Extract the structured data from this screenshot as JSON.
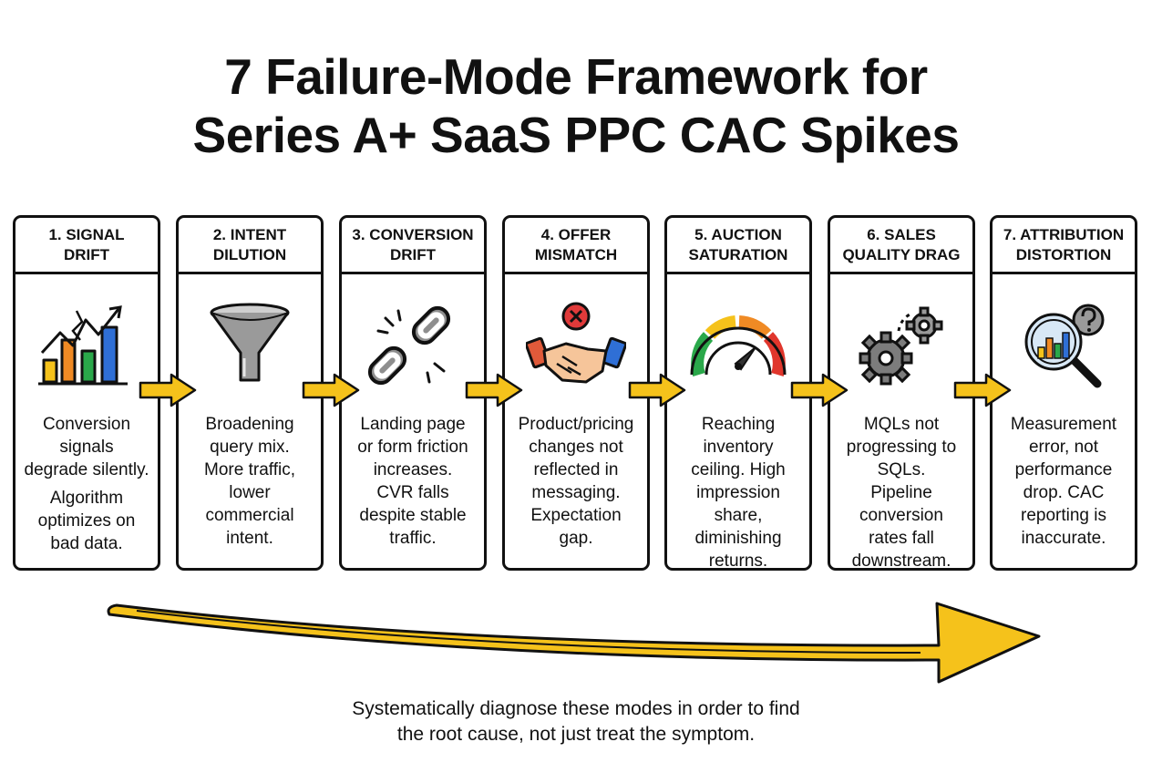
{
  "title": {
    "line1": "7 Failure-Mode Framework for",
    "line2": "Series A+ SaaS PPC CAC Spikes"
  },
  "steps": [
    {
      "heading_line1": "1. SIGNAL",
      "heading_line2": "DRIFT",
      "icon": "bar-chart-broken-icon",
      "body": [
        "Conversion",
        "signals",
        "degrade silently.",
        "Algorithm",
        "optimizes on",
        "bad data."
      ]
    },
    {
      "heading_line1": "2. INTENT",
      "heading_line2": "DILUTION",
      "icon": "funnel-icon",
      "body": [
        "Broadening",
        "query mix.",
        "More traffic,",
        "lower",
        "commercial",
        "intent."
      ]
    },
    {
      "heading_line1": "3. CONVERSION",
      "heading_line2": "DRIFT",
      "icon": "broken-chain-icon",
      "body": [
        "Landing page",
        "or form friction",
        "increases.",
        "CVR falls",
        "despite stable",
        "traffic."
      ]
    },
    {
      "heading_line1": "4. OFFER",
      "heading_line2": "MISMATCH",
      "icon": "handshake-x-icon",
      "body": [
        "Product/pricing",
        "changes not",
        "reflected in",
        "messaging.",
        "Expectation",
        "gap."
      ]
    },
    {
      "heading_line1": "5. AUCTION",
      "heading_line2": "SATURATION",
      "icon": "gauge-icon",
      "body": [
        "Reaching",
        "inventory",
        "ceiling. High",
        "impression",
        "share,",
        "diminishing",
        "returns."
      ]
    },
    {
      "heading_line1": "6. SALES",
      "heading_line2": "QUALITY DRAG",
      "icon": "gears-icon",
      "body": [
        "MQLs not",
        "progressing to",
        "SQLs.",
        "Pipeline",
        "conversion",
        "rates fall",
        "downstream."
      ]
    },
    {
      "heading_line1": "7. ATTRIBUTION",
      "heading_line2": "DISTORTION",
      "icon": "magnifier-question-icon",
      "body": [
        "Measurement",
        "error, not",
        "performance",
        "drop. CAC",
        "reporting is",
        "inaccurate."
      ]
    }
  ],
  "footer": {
    "line1": "Systematically diagnose these modes in order to find",
    "line2": "the root cause, not just treat the symptom."
  },
  "colors": {
    "accent_yellow": "#f5c21b",
    "outline": "#111111",
    "bar_blue": "#2f6fd6",
    "bar_orange": "#f08a24",
    "bar_green": "#2aa84a",
    "bar_yellow": "#f5c21b",
    "handshake_red": "#e03a3a",
    "gauge_red": "#e0362c"
  }
}
